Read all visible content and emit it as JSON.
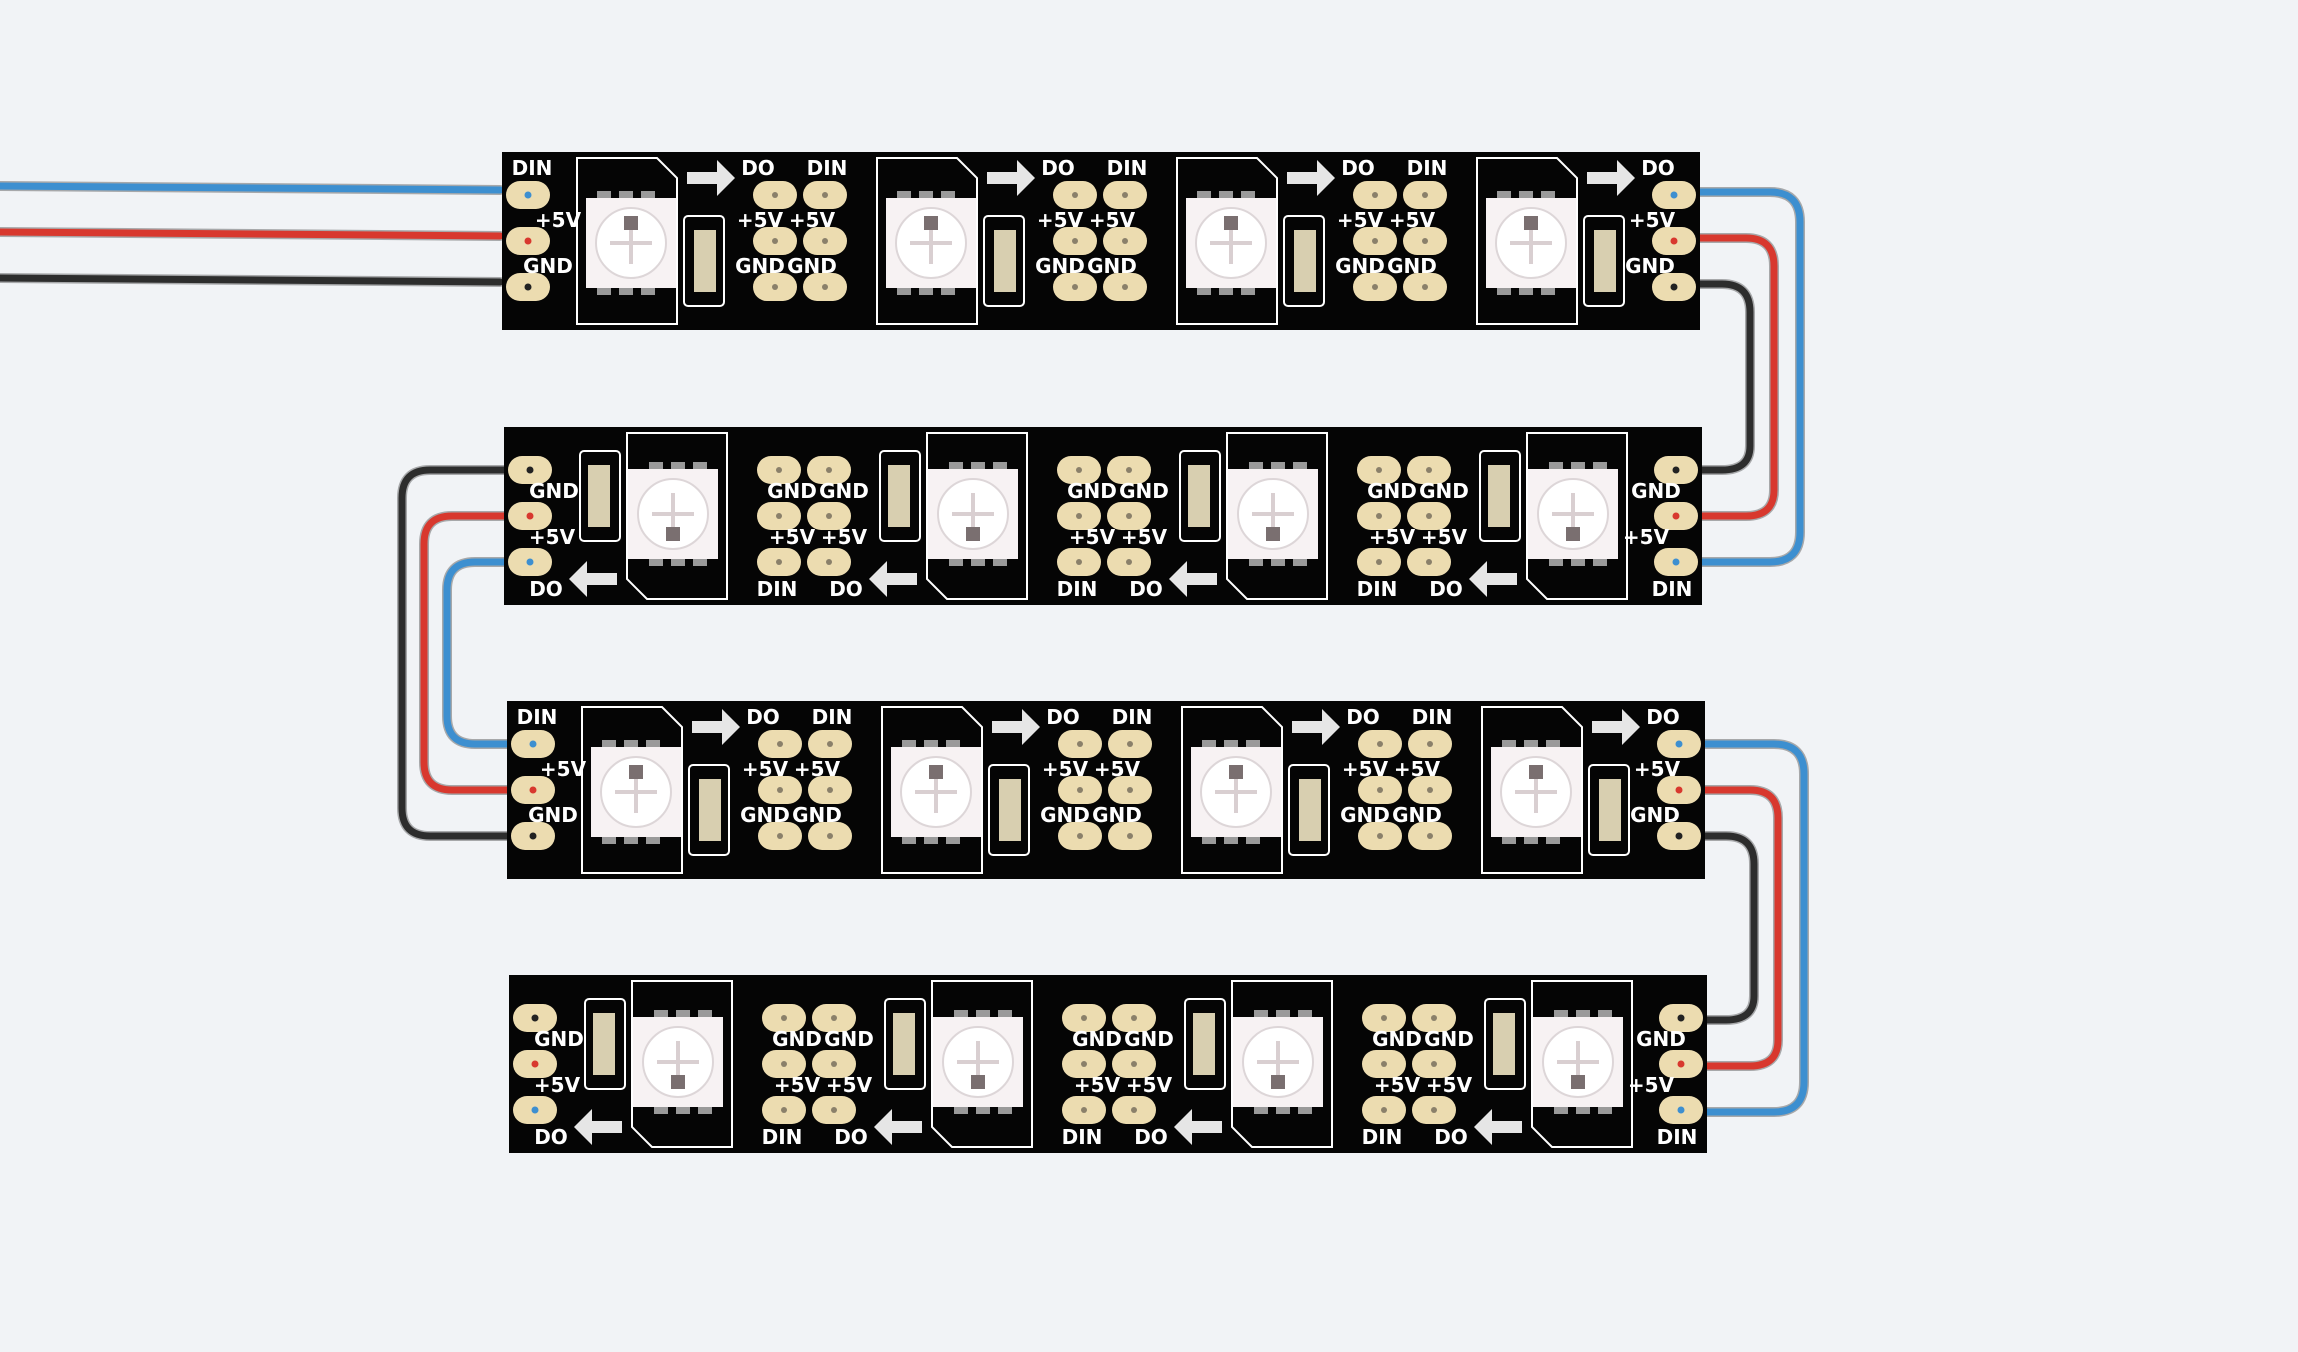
{
  "colors": {
    "background": "#f1f3f6",
    "pcb": "#050505",
    "pad": "#ecdcb0",
    "silkscreen": "#ffffff",
    "led_body": "#f7f2f3",
    "led_die": "#7a6f70",
    "resistor_body": "#d8cfb0",
    "wire_data": "#3d8fd0",
    "wire_power": "#d8382e",
    "wire_ground": "#2d2d2d",
    "dot_data": "#3d8fd0",
    "dot_power": "#d8382e",
    "dot_ground": "#222222"
  },
  "labels": {
    "din": "DIN",
    "do": "DO",
    "vplus": "+5V",
    "gnd": "GND"
  },
  "strips": [
    {
      "name": "strip-1",
      "direction": "forward",
      "leds": 4
    },
    {
      "name": "strip-2",
      "direction": "reverse",
      "leds": 4
    },
    {
      "name": "strip-3",
      "direction": "forward",
      "leds": 4
    },
    {
      "name": "strip-4",
      "direction": "reverse",
      "leds": 4
    }
  ],
  "wires": [
    {
      "name": "input-data-wire",
      "signal": "data"
    },
    {
      "name": "input-power-wire",
      "signal": "power"
    },
    {
      "name": "input-ground-wire",
      "signal": "ground"
    }
  ]
}
